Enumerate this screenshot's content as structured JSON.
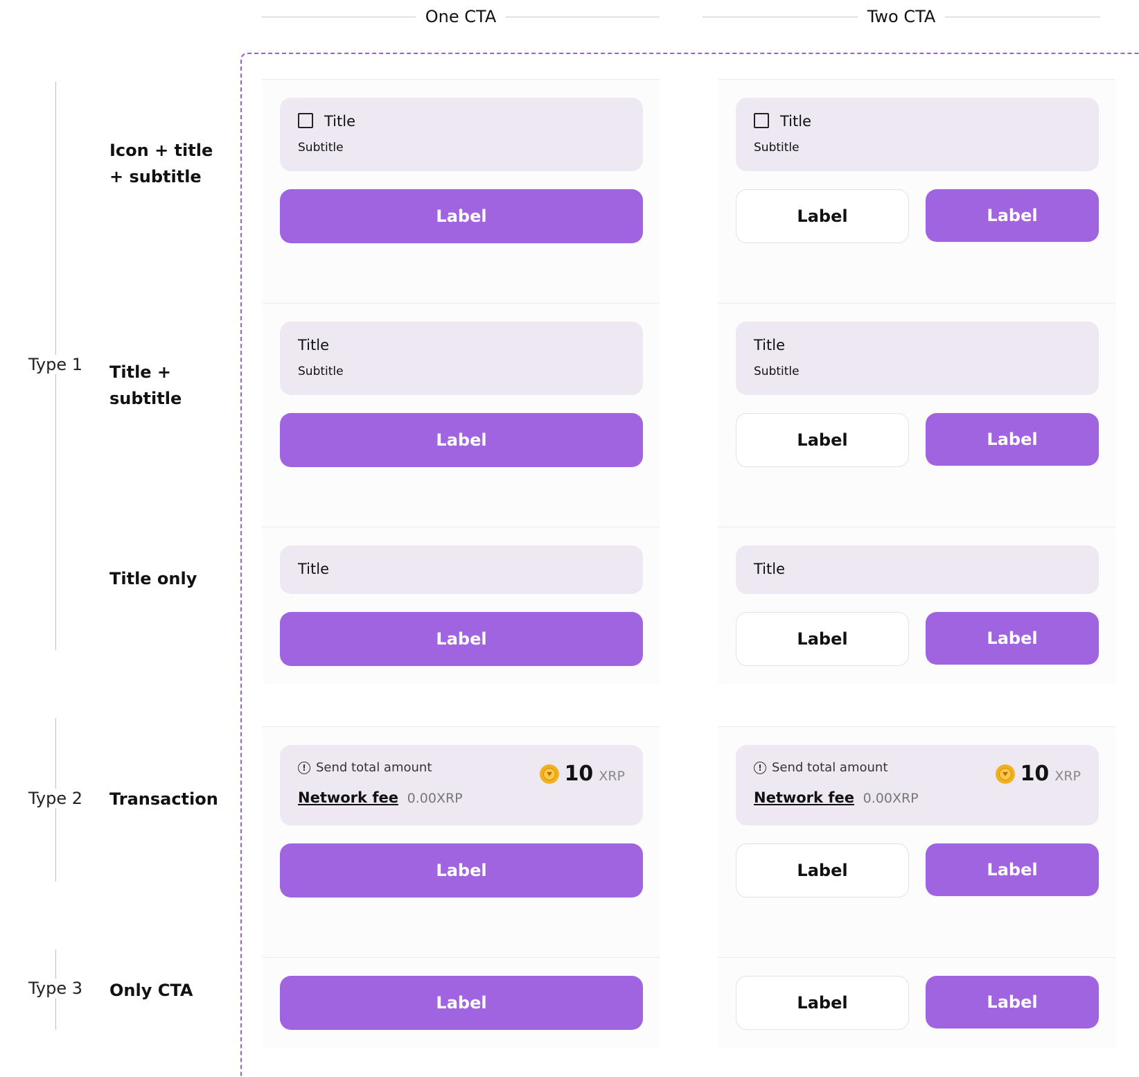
{
  "columns": {
    "one": "One CTA",
    "two": "Two CTA"
  },
  "types": {
    "type1": "Type 1",
    "type2": "Type 2",
    "type3": "Type 3"
  },
  "rows": {
    "icon_title_subtitle": [
      "Icon + title",
      "+ subtitle"
    ],
    "title_subtitle": [
      "Title +",
      "subtitle"
    ],
    "title_only": "Title only",
    "transaction": "Transaction",
    "only_cta": "Only CTA"
  },
  "card": {
    "title": "Title",
    "subtitle": "Subtitle"
  },
  "transaction": {
    "info_text": "Send total amount",
    "info_icon": "!",
    "amount": "10",
    "unit": "XRP",
    "fee_label": "Network fee",
    "fee_value": "0.00XRP"
  },
  "button": {
    "label": "Label"
  },
  "icons": {
    "checkbox": "square-icon",
    "info": "info-icon",
    "coin": "xrp-coin-icon"
  },
  "colors": {
    "primary": "#a064e0",
    "card_bg": "#ede8f1",
    "frame_border": "#9b5de5"
  }
}
